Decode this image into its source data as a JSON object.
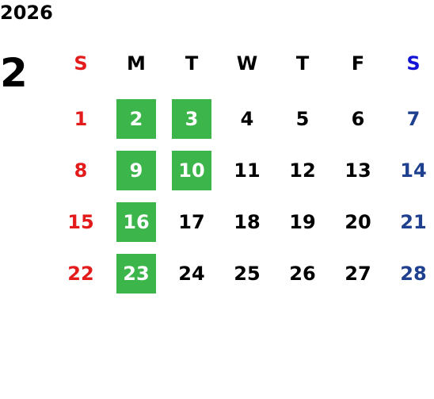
{
  "calendar": {
    "year": "2026",
    "month": "2",
    "weekdays": [
      "S",
      "M",
      "T",
      "W",
      "T",
      "F",
      "S"
    ],
    "weekday_colors": [
      "#e31b1b",
      "#000000",
      "#000000",
      "#000000",
      "#000000",
      "#000000",
      "#1414d6"
    ],
    "day_colors": [
      "#e31b1b",
      "#000000",
      "#000000",
      "#000000",
      "#000000",
      "#000000",
      "#1f3f8f"
    ],
    "highlight_color": "#3cb54a",
    "weeks": [
      [
        {
          "d": "1",
          "h": false
        },
        {
          "d": "2",
          "h": true
        },
        {
          "d": "3",
          "h": true
        },
        {
          "d": "4",
          "h": false
        },
        {
          "d": "5",
          "h": false
        },
        {
          "d": "6",
          "h": false
        },
        {
          "d": "7",
          "h": false
        }
      ],
      [
        {
          "d": "8",
          "h": false
        },
        {
          "d": "9",
          "h": true
        },
        {
          "d": "10",
          "h": true
        },
        {
          "d": "11",
          "h": false
        },
        {
          "d": "12",
          "h": false
        },
        {
          "d": "13",
          "h": false
        },
        {
          "d": "14",
          "h": false
        }
      ],
      [
        {
          "d": "15",
          "h": false
        },
        {
          "d": "16",
          "h": true
        },
        {
          "d": "17",
          "h": false
        },
        {
          "d": "18",
          "h": false
        },
        {
          "d": "19",
          "h": false
        },
        {
          "d": "20",
          "h": false
        },
        {
          "d": "21",
          "h": false
        }
      ],
      [
        {
          "d": "22",
          "h": false
        },
        {
          "d": "23",
          "h": true
        },
        {
          "d": "24",
          "h": false
        },
        {
          "d": "25",
          "h": false
        },
        {
          "d": "26",
          "h": false
        },
        {
          "d": "27",
          "h": false
        },
        {
          "d": "28",
          "h": false
        }
      ]
    ]
  }
}
